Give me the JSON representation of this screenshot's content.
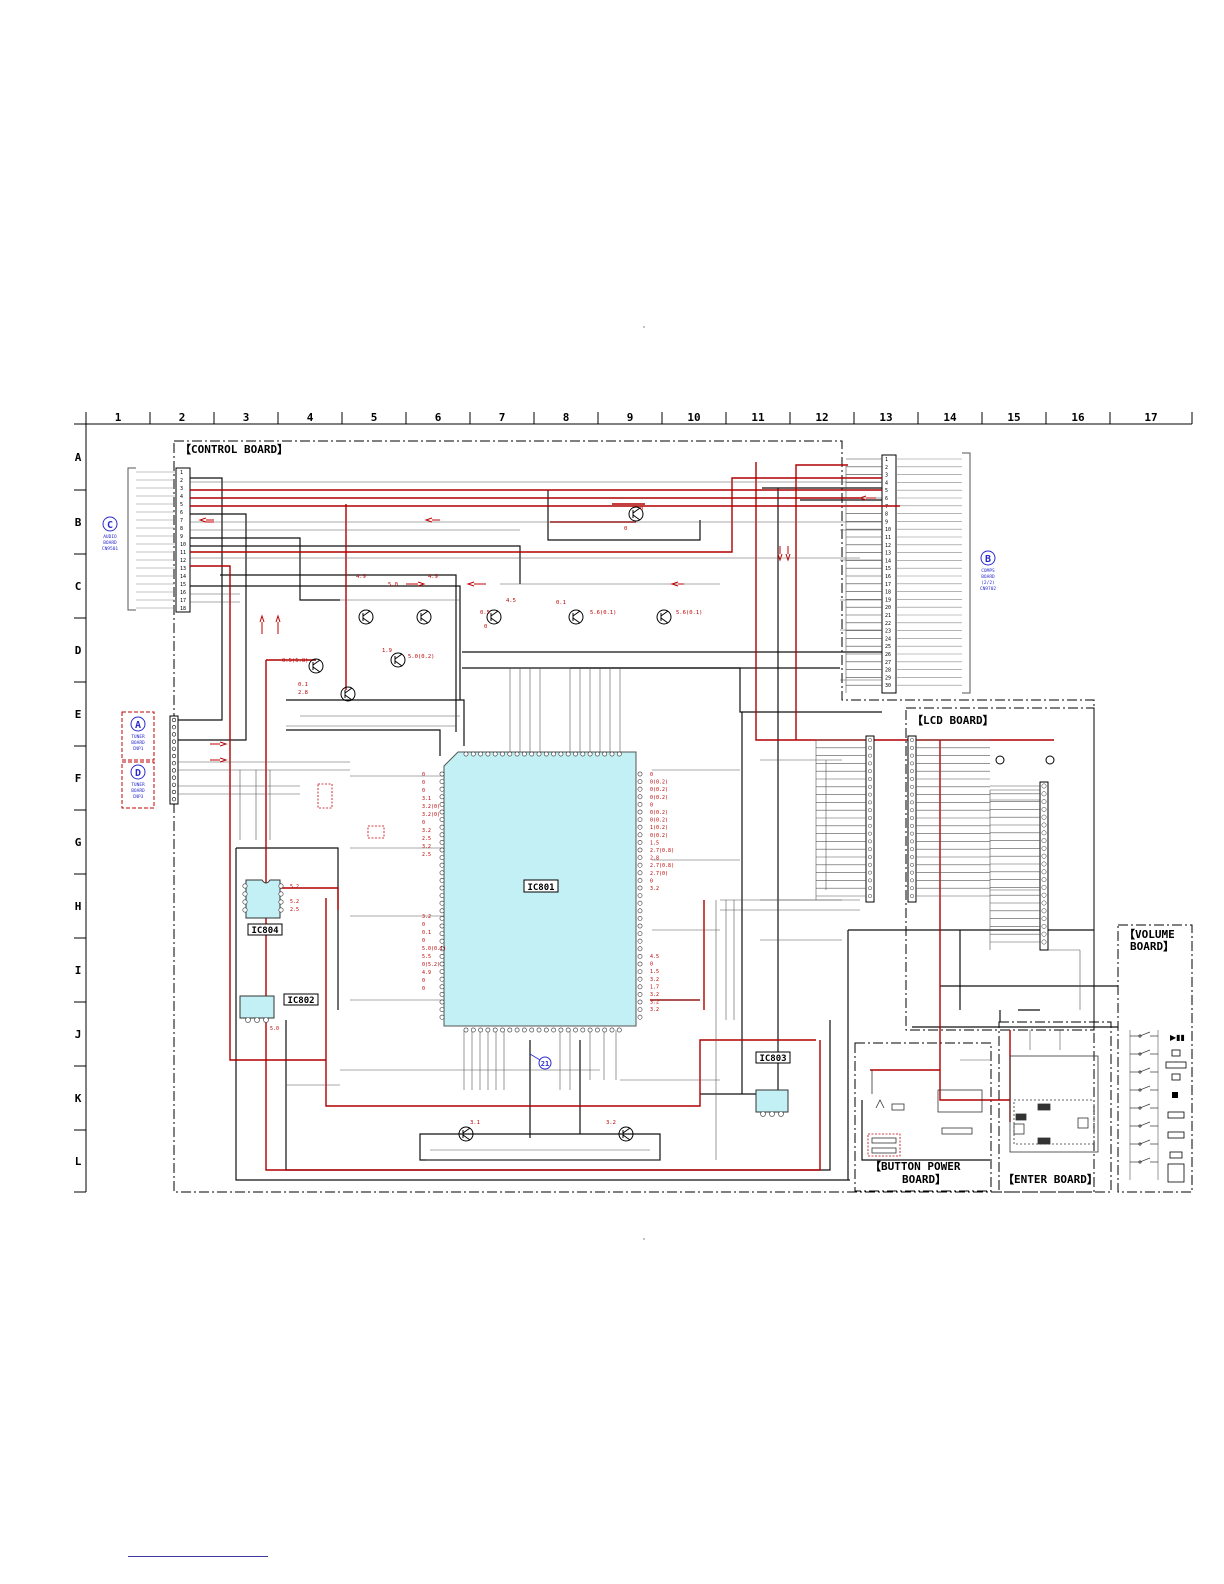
{
  "grid": {
    "columns": [
      "1",
      "2",
      "3",
      "4",
      "5",
      "6",
      "7",
      "8",
      "9",
      "10",
      "11",
      "12",
      "13",
      "14",
      "15",
      "16",
      "17"
    ],
    "rows": [
      "A",
      "B",
      "C",
      "D",
      "E",
      "F",
      "G",
      "H",
      "I",
      "J",
      "K",
      "L"
    ]
  },
  "boards": {
    "control": "【CONTROL BOARD】",
    "lcd": "【LCD BOARD】",
    "volume_1": "【VOLUME",
    "volume_2": "BOARD】",
    "button_power_1": "【BUTTON POWER",
    "button_power_2": "BOARD】",
    "enter": "【ENTER BOARD】"
  },
  "ics": {
    "ic801": "IC801",
    "ic802": "IC802",
    "ic803": "IC803",
    "ic804": "IC804"
  },
  "connectors": {
    "C": {
      "letter": "C",
      "line1": "AUDIO",
      "line2": "BOARD",
      "line3": "CN9501"
    },
    "B": {
      "letter": "B",
      "line1": "COMPS",
      "line2": "BOARD",
      "line3": "(2/2)",
      "line4": "CN9702"
    },
    "A": {
      "letter": "A",
      "line1": "TUNER",
      "line2": "BOARD",
      "line3": "CNP1"
    },
    "D": {
      "letter": "D",
      "line1": "TUNER",
      "line2": "BOARD",
      "line3": "CNP3"
    }
  },
  "ref_marker": "21",
  "pin_numbers_left": [
    "1",
    "2",
    "3",
    "4",
    "5",
    "6",
    "7",
    "8",
    "9",
    "10",
    "11",
    "12",
    "13",
    "14",
    "15",
    "16",
    "17",
    "18"
  ],
  "pin_numbers_right": [
    "1",
    "2",
    "3",
    "4",
    "5",
    "6",
    "7",
    "8",
    "9",
    "10",
    "11",
    "12",
    "13",
    "14",
    "15",
    "16",
    "17",
    "18",
    "19",
    "20",
    "21",
    "22",
    "23",
    "24",
    "25",
    "26",
    "27",
    "28",
    "29",
    "30"
  ],
  "voltages_ic801_left": [
    "0",
    "0",
    "0",
    "3.1",
    "3.2(0)",
    "3.2(0)",
    "0",
    "3.2",
    "2.5",
    "3.2",
    "2.5"
  ],
  "voltages_ic801_left_lower": [
    "3.2",
    "0",
    "0.1",
    "0",
    "5.0(0.1)",
    "5.5",
    "0(5.2)",
    "4.9",
    "0",
    "0"
  ],
  "voltages_ic801_right": [
    "0",
    "0(0.2)",
    "0(0.2)",
    "0(0.2)",
    "0",
    "0(0.2)",
    "0(0.2)",
    "1(0.2)",
    "0(0.2)",
    "1.5",
    "2.7(0.8)",
    "2.8",
    "2.7(0.8)",
    "2.7(0)",
    "0",
    "3.2"
  ],
  "voltages_ic801_right_lower": [
    "4.5",
    "0",
    "1.5",
    "3.2",
    "1.7",
    "3.2",
    "3.2",
    "3.2"
  ],
  "voltages_transistors": [
    "4.9",
    "5.0",
    "4.9",
    "4.5",
    "0.1",
    "5.6(0.1)",
    "5.6(0.1)",
    "0",
    "0.5",
    "0.5(5.8)",
    "5.0(0.2)",
    "0.1",
    "2.8",
    "1.9",
    "0",
    "0",
    "3.1",
    "3.2"
  ],
  "voltages_ic804": [
    "5.2",
    "5.2",
    "2.5"
  ],
  "voltages_ic802": [
    "5.0"
  ]
}
